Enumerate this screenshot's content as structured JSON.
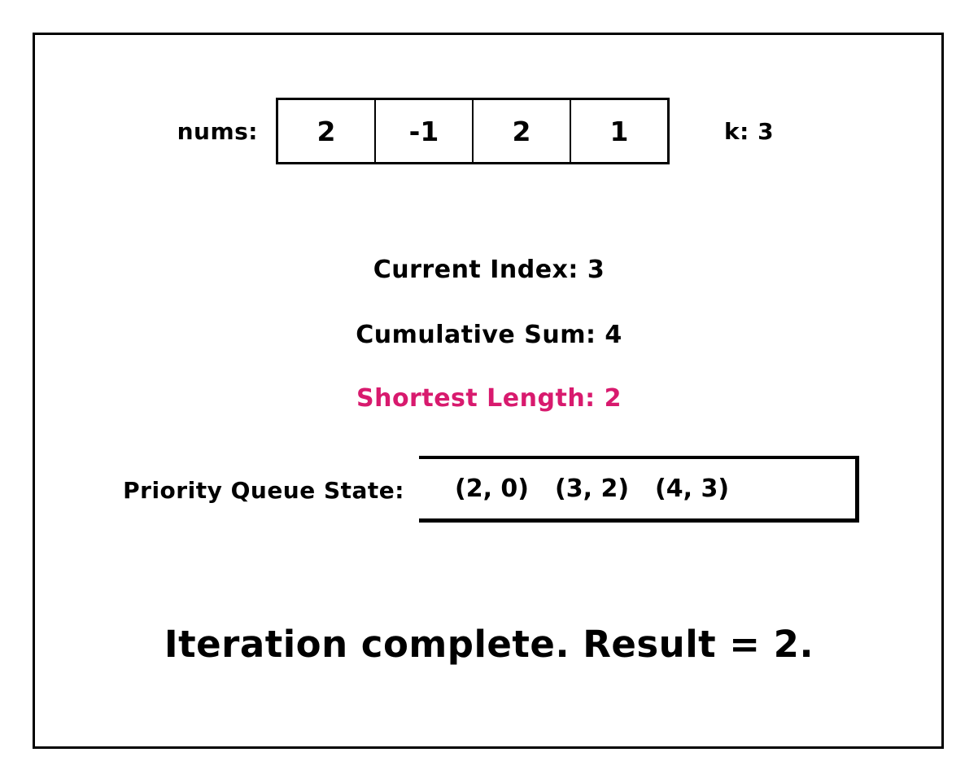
{
  "nums": {
    "label": "nums:",
    "values": [
      "2",
      "-1",
      "2",
      "1"
    ]
  },
  "k_label": "k: 3",
  "status": {
    "current_index": "Current Index: 3",
    "cumulative_sum": "Cumulative Sum: 4",
    "shortest_length": "Shortest Length: 2",
    "shortest_length_color": "#d81a6e"
  },
  "priority_queue": {
    "label": "Priority Queue State:",
    "items": [
      "(2, 0)",
      "(3, 2)",
      "(4, 3)"
    ]
  },
  "result": {
    "text": "Iteration complete. Result = 2."
  }
}
